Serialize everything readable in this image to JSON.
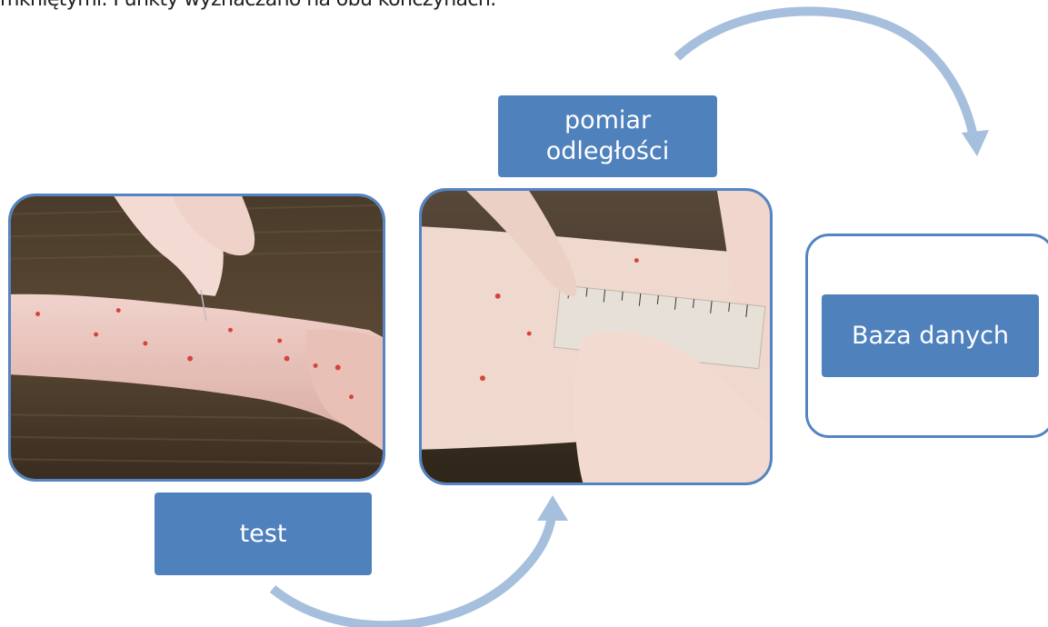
{
  "caption": {
    "text": "mkniętymi. Punkty wyznaczano na obu kończynach."
  },
  "steps": {
    "test_label": "test",
    "measure_label_line1": "pomiar",
    "measure_label_line2": "odległości",
    "database_label": "Baza danych"
  },
  "colors": {
    "box_fill": "#4f81bd",
    "box_border": "#5484c4",
    "arrow": "#a6bfdd",
    "caption_text": "#231f20"
  },
  "icons": [
    "curved-arrow-icon"
  ]
}
